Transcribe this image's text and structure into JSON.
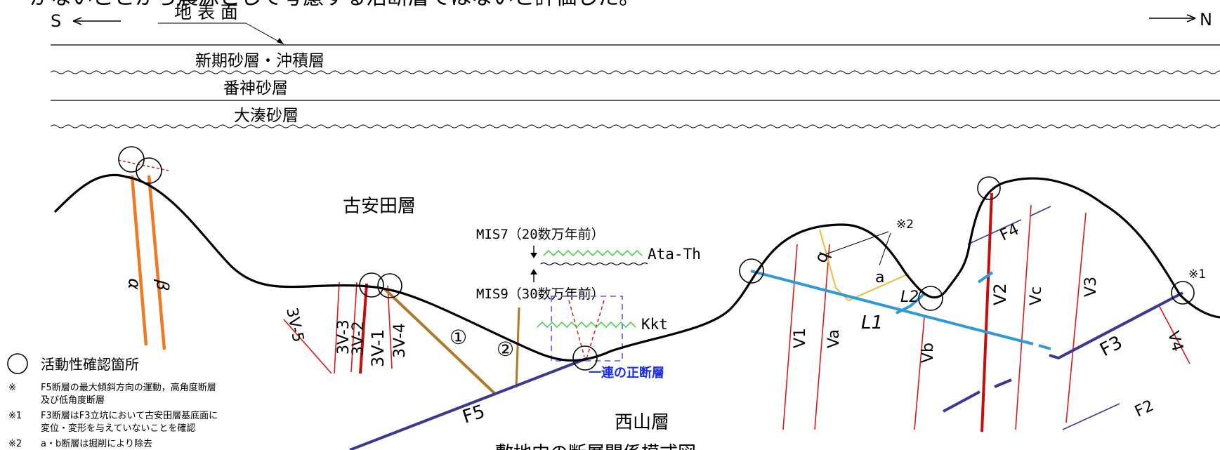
{
  "top_cut_text": "がないことから震源として考慮する活断層ではないと評価した。",
  "direction": {
    "south": "S",
    "north": "N"
  },
  "surface_label": "地 表 面",
  "strata": {
    "shinki": "新期砂層・沖積層",
    "banjin": "番神砂層",
    "ominato": "大湊砂層",
    "koyasuda": "古安田層",
    "nishiyama": "西山層"
  },
  "markers": {
    "mis7": "MIS7（20数万年前）",
    "ata": "Ata-Th",
    "mis9": "MIS9（30数万年前）",
    "kkt": "Kkt"
  },
  "faults": {
    "alpha": "α",
    "beta": "β",
    "v3_5": "3V-5",
    "v3_3": "3V-3",
    "v3_2": "3V-2",
    "v3_1": "3V-1",
    "v3_4": "3V-4",
    "one": "①",
    "two": "②",
    "f5": "F5",
    "normal": "一連の正断層",
    "v1": "V1",
    "va": "Va",
    "l1": "L1",
    "vb": "Vb",
    "a": "a",
    "b": "b",
    "l2": "L2",
    "v2": "V2",
    "vc": "Vc",
    "v3": "V3",
    "v4": "V4",
    "f4": "F4",
    "f3": "F3",
    "f2": "F2",
    "note2": "※2",
    "note1": "※1"
  },
  "legend": {
    "circle": "活動性確認箇所",
    "n0_mark": "※",
    "n0_line1": "F5断層の最大傾斜方向の運動，高角度断層",
    "n0_line2": "及び低角度断層",
    "n1_mark": "※1",
    "n1_line1": "F3断層はF3立坑において古安田層基底面に",
    "n1_line2": "変位・変形を与えていないことを確認",
    "n2_mark": "※2",
    "n2_line1": "a・b断層は掘削により除去"
  },
  "caption": "敷地内の断層関係模式図",
  "colors": {
    "black": "#000000",
    "red": "#e01818",
    "dark_red": "#c80c0c",
    "orange": "#f07a22",
    "brown": "#b07a2a",
    "blue": "#2f9ad8",
    "navy": "#3c3990",
    "yellow": "#e9c24a",
    "green": "#2fd02f",
    "dash_blue": "#5a5af0",
    "label_blue": "#1a2ef0"
  }
}
